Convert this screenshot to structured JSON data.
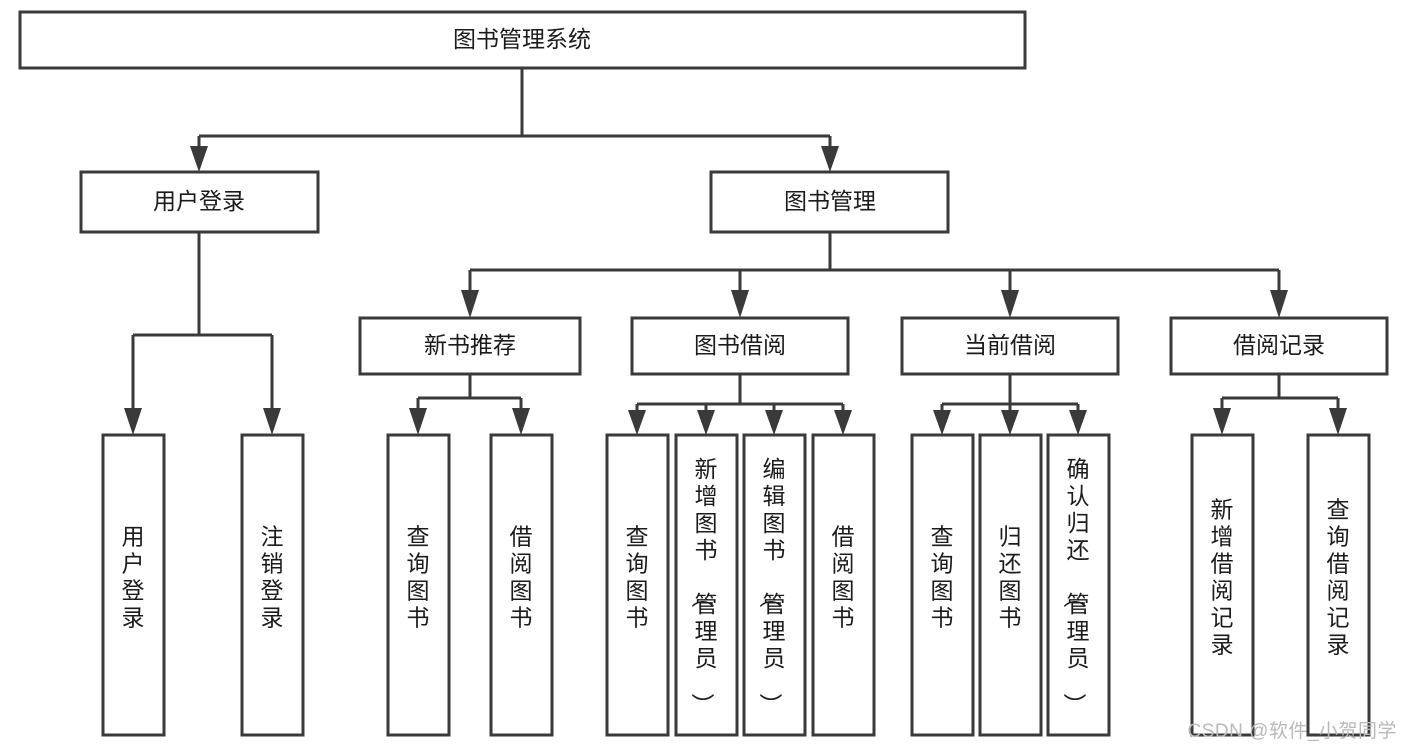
{
  "diagram": {
    "title": "图书管理系统",
    "type": "tree",
    "watermark": "CSDN @软件_小贺同学",
    "colors": {
      "stroke": "#3a3a3a",
      "fill": "#ffffff",
      "text": "#1b1b1b",
      "watermark": "#b9b9b9",
      "background": "#ffffff"
    },
    "levels": {
      "root": {
        "label": "图书管理系统"
      },
      "level2": [
        {
          "id": "user-login",
          "label": "用户登录"
        },
        {
          "id": "book-management",
          "label": "图书管理"
        }
      ],
      "level3": [
        {
          "id": "new-book-recommend",
          "label": "新书推荐"
        },
        {
          "id": "book-borrow",
          "label": "图书借阅"
        },
        {
          "id": "current-borrow",
          "label": "当前借阅"
        },
        {
          "id": "borrow-record",
          "label": "借阅记录"
        }
      ],
      "leaves": {
        "user-login": [
          {
            "id": "leaf-user-login",
            "label": "用户登录"
          },
          {
            "id": "leaf-user-logout",
            "label": "注销登录"
          }
        ],
        "new-book-recommend": [
          {
            "id": "leaf-query-book-1",
            "label": "查询图书"
          },
          {
            "id": "leaf-borrow-book-1",
            "label": "借阅图书"
          }
        ],
        "book-borrow": [
          {
            "id": "leaf-query-book-2",
            "label": "查询图书"
          },
          {
            "id": "leaf-add-book",
            "label": "新增图书（管理员）"
          },
          {
            "id": "leaf-edit-book",
            "label": "编辑图书（管理员）"
          },
          {
            "id": "leaf-borrow-book-2",
            "label": "借阅图书"
          }
        ],
        "current-borrow": [
          {
            "id": "leaf-query-book-3",
            "label": "查询图书"
          },
          {
            "id": "leaf-return-book",
            "label": "归还图书"
          },
          {
            "id": "leaf-confirm-return",
            "label": "确认归还（管理员）"
          }
        ],
        "borrow-record": [
          {
            "id": "leaf-add-record",
            "label": "新增借阅记录"
          },
          {
            "id": "leaf-query-record",
            "label": "查询借阅记录"
          }
        ]
      }
    }
  }
}
